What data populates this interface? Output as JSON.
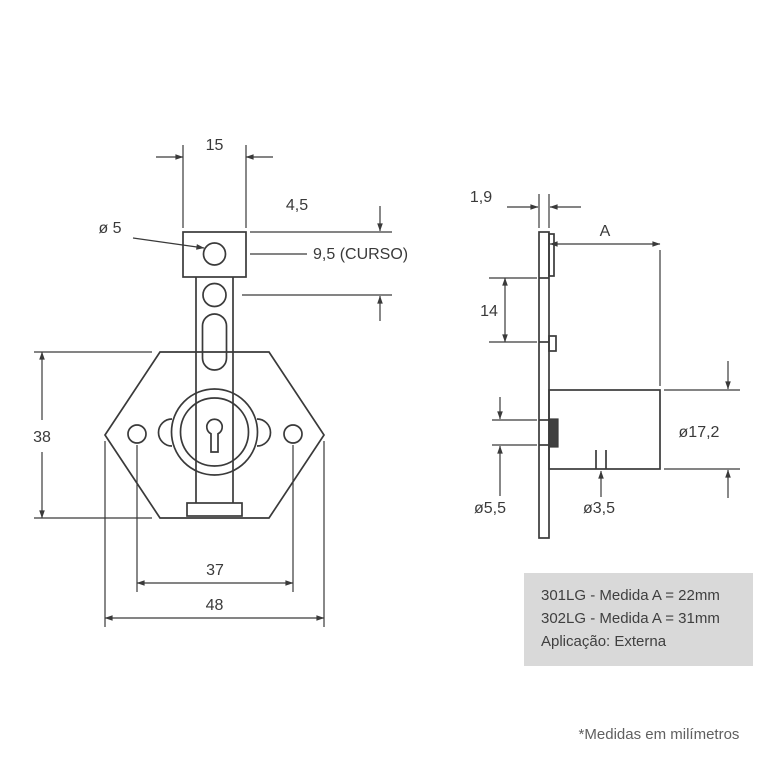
{
  "front_view": {
    "width_top_tab": "15",
    "hole_offset": "4,5",
    "hole_diameter": "ø 5",
    "stroke_travel": "9,5 (CURSO)",
    "plate_height": "38",
    "hole_spacing": "37",
    "plate_width": "48"
  },
  "side_view": {
    "plate_thickness": "1,9",
    "body_length": "A",
    "offset_top": "14",
    "body_diameter": "ø17,2",
    "plate_hole_diameter": "ø5,5",
    "screw_hole_diameter": "ø3,5"
  },
  "info_box": {
    "line1": "301LG - Medida A = 22mm",
    "line2": "302LG - Medida A = 31mm",
    "line3": "Aplicação: Externa"
  },
  "footnote": "*Medidas em milímetros",
  "colors": {
    "line": "#3a3a3a",
    "info_box_bg": "#d9d9d9",
    "info_text": "#3f3f3f",
    "footnote_text": "#606060"
  }
}
